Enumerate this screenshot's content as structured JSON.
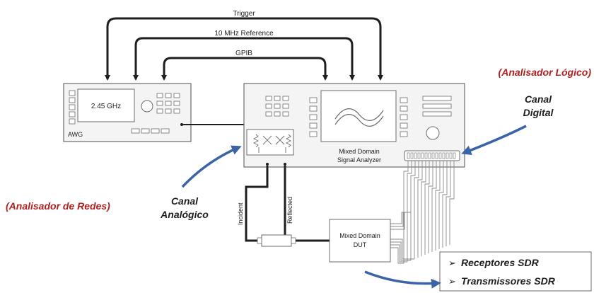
{
  "signals": {
    "trigger": "Trigger",
    "reference": "10 MHz Reference",
    "gpib": "GPIB"
  },
  "awg": {
    "display_value": "2.45 GHz",
    "name": "AWG"
  },
  "analyzer": {
    "name_line1": "Mixed Domain",
    "name_line2": "Signal Analyzer"
  },
  "dut": {
    "line1": "Mixed Domain",
    "line2": "DUT"
  },
  "ports": {
    "incident": "Incident",
    "reflected": "Reflected"
  },
  "annotations": {
    "logic_analyzer": "(Analisador Lógico)",
    "digital_channel_line1": "Canal",
    "digital_channel_line2": "Digital",
    "network_analyzer": "(Analisador de Redes)",
    "analog_channel_line1": "Canal",
    "analog_channel_line2": "Analógico"
  },
  "sdr_list": {
    "items": [
      "Receptores SDR",
      "Transmissores SDR"
    ]
  },
  "colors": {
    "accent_red": "#b11f1f",
    "arrow_blue": "#3a64a6",
    "line_dark": "#1e1e1e",
    "instrument_fill": "#f4f4f4"
  }
}
